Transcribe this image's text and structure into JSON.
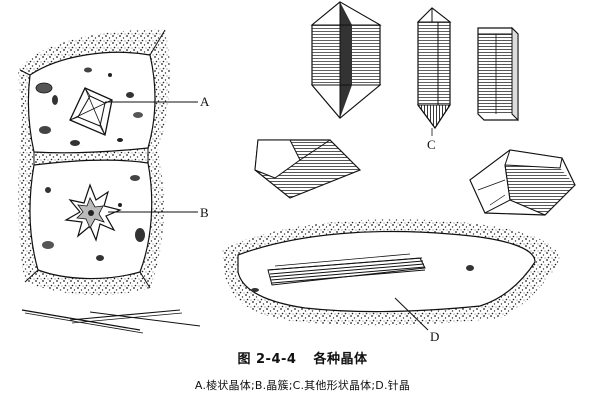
{
  "figure": {
    "labels": {
      "a": "A",
      "b": "B",
      "c": "C",
      "d": "D"
    },
    "caption": {
      "number": "图 2-4-4",
      "title": "各种晶体",
      "legend": "A.棱状晶体;B.晶簇;C.其他形状晶体;D.针晶"
    }
  }
}
